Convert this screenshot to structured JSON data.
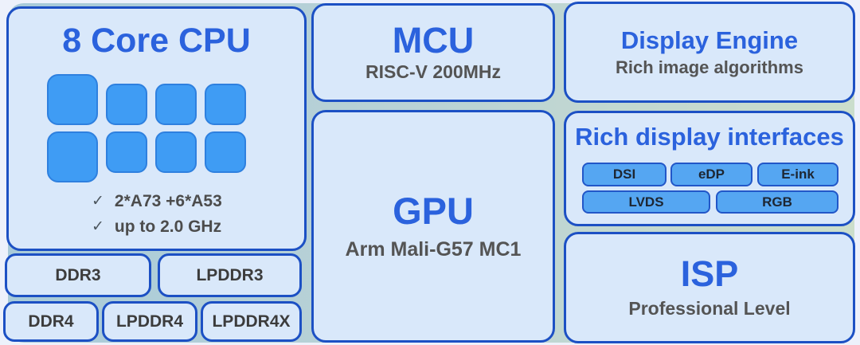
{
  "palette": {
    "accent_blue": "#2b62dd",
    "border_blue": "#1c50c4",
    "block_fill": "#d9e8fa",
    "core_blue": "#3f9cf4",
    "chip_blue": "#55a6f2",
    "board_teal_left": "#a7cad9",
    "board_green_right": "#ccdecb",
    "subtitle_gray": "#545454"
  },
  "cpu": {
    "title": "8 Core CPU",
    "checkmark": "✓",
    "big_cores": 2,
    "small_cores": 6,
    "features": [
      "2*A73 +6*A53",
      "up to 2.0 GHz"
    ]
  },
  "memory": {
    "row1": [
      "DDR3",
      "LPDDR3"
    ],
    "row2": [
      "DDR4",
      "LPDDR4",
      "LPDDR4X"
    ]
  },
  "mcu": {
    "title": "MCU",
    "subtitle": "RISC-V 200MHz"
  },
  "gpu": {
    "title": "GPU",
    "subtitle": "Arm Mali-G57 MC1"
  },
  "display_engine": {
    "title": "Display Engine",
    "subtitle": "Rich image algorithms"
  },
  "display_interfaces": {
    "title": "Rich display interfaces",
    "row1": [
      "DSI",
      "eDP",
      "E-ink"
    ],
    "row2": [
      "LVDS",
      "RGB"
    ]
  },
  "isp": {
    "title": "ISP",
    "subtitle": "Professional Level"
  }
}
